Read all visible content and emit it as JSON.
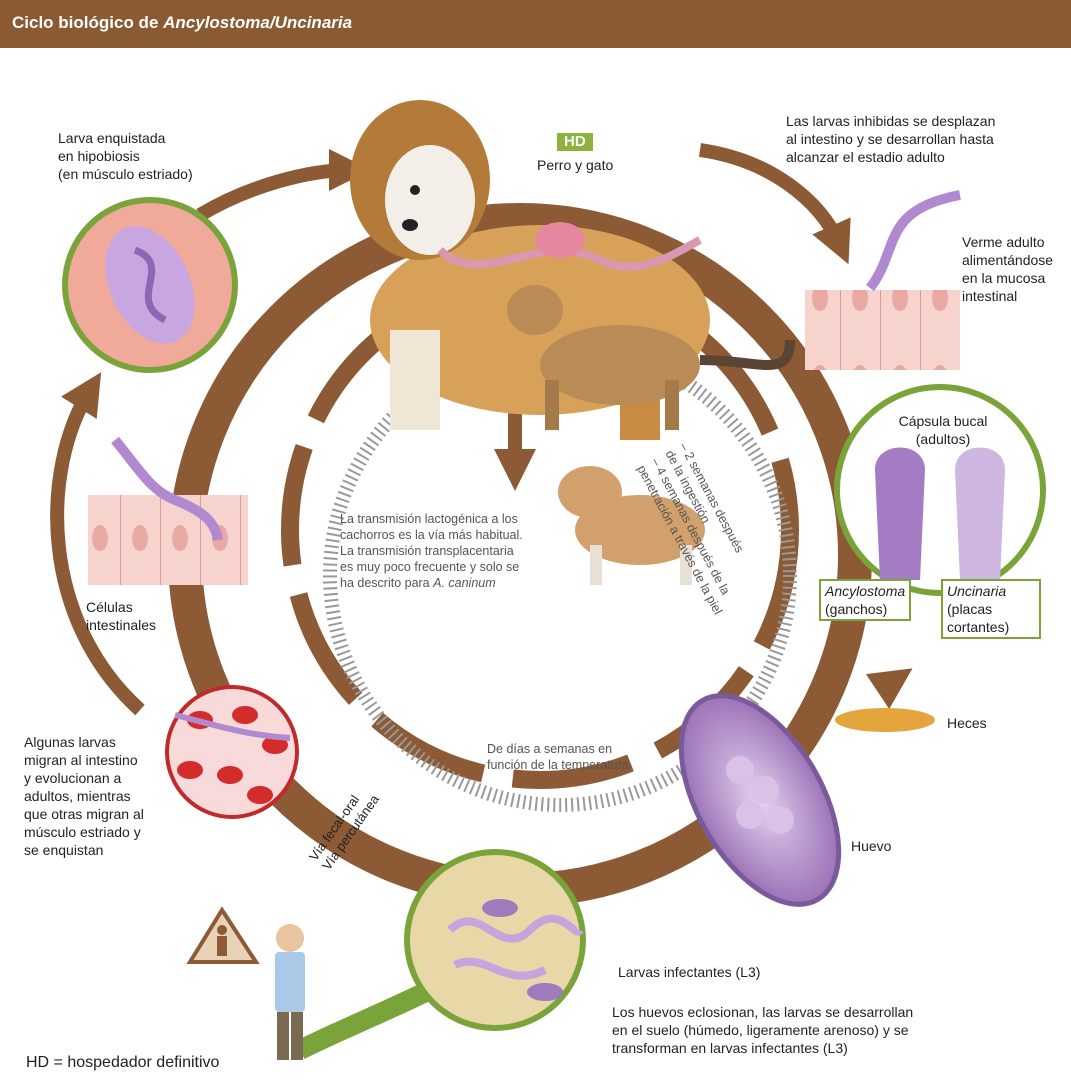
{
  "header": {
    "title_prefix": "Ciclo biológico de ",
    "title_italic": "Ancylostoma/Uncinaria"
  },
  "hd_badge": "HD",
  "host": {
    "label": "Perro y gato"
  },
  "labels": {
    "encysted": [
      "Larva enquistada",
      "en hipobiosis",
      "(en músculo estriado)"
    ],
    "inhibited": [
      "Las larvas inhibidas se desplazan",
      "al intestino y se desarrollan hasta",
      "alcanzar el estadio adulto"
    ],
    "adult_worm": [
      "Verme adulto",
      "alimentándose",
      "en la mucosa",
      "intestinal"
    ],
    "buccal_capsule": [
      "Cápsula bucal",
      "(adultos)"
    ],
    "ancylostoma": {
      "name": "Ancylostoma",
      "detail": "(ganchos)"
    },
    "uncinaria": {
      "name": "Uncinaria",
      "detail_1": "(placas",
      "detail_2": "cortantes)"
    },
    "intestinal_cells": [
      "Células",
      "intestinales"
    ],
    "migration": [
      "Algunas larvas",
      "migran al intestino",
      "y evolucionan a",
      "adultos, mientras",
      "que otras migran al",
      "músculo estriado y",
      "se enquistan"
    ],
    "feces": "Heces",
    "egg": "Huevo",
    "infective_larvae": "Larvas infectantes (L3)",
    "hatching": [
      "Los huevos eclosionan, las larvas se desarrollan",
      "en el suelo (húmedo, ligeramente arenoso) y se",
      "transforman en larvas infectantes (L3)"
    ],
    "lactogenic": [
      "La transmisión lactogénica a los",
      "cachorros es la vía más habitual.",
      "La transmisión transplacentaria",
      "es muy poco frecuente y solo se",
      "ha descrito para "
    ],
    "lactogenic_species": "A. caninum",
    "temperature": [
      "De días a semanas en",
      "función de la temperatura"
    ],
    "prepatent": [
      "– 2 semanas después",
      "de la ingestión",
      "– 4 semanas después de la",
      "penetración a través de la piel"
    ],
    "routes": [
      "Vía fecal-oral",
      "Vía percutánea"
    ]
  },
  "legend": "HD = hospedador definitivo",
  "colors": {
    "header": "#8a5a32",
    "cycle_arrow": "#8c5a34",
    "accent_green": "#8bb33e",
    "worm": "#b189d1",
    "cell": "#f6d3cc",
    "blood": "#d42b2b"
  }
}
